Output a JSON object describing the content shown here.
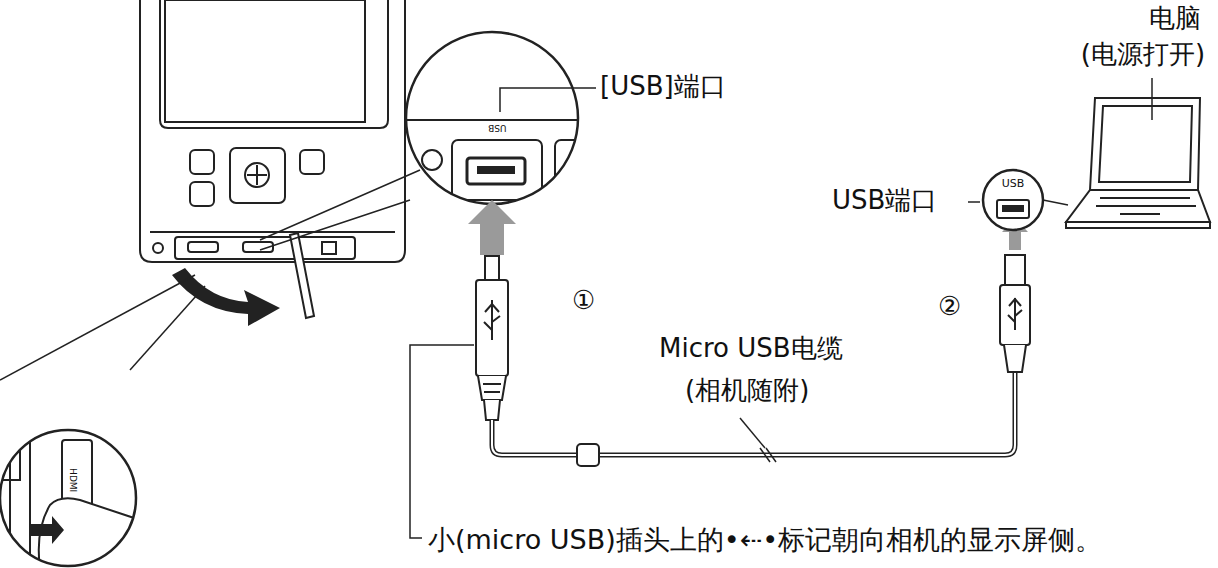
{
  "diagram": {
    "labels": [
      "电脑",
      "(电源打开)",
      "[USB]端口",
      "USB端口",
      "USB",
      "①",
      "Micro USB电缆",
      "(相机随附)",
      "②",
      "小(micro USB)插头上的•⇠•标记朝向相机的显示屏侧。",
      "USB",
      "HDMI"
    ]
  }
}
